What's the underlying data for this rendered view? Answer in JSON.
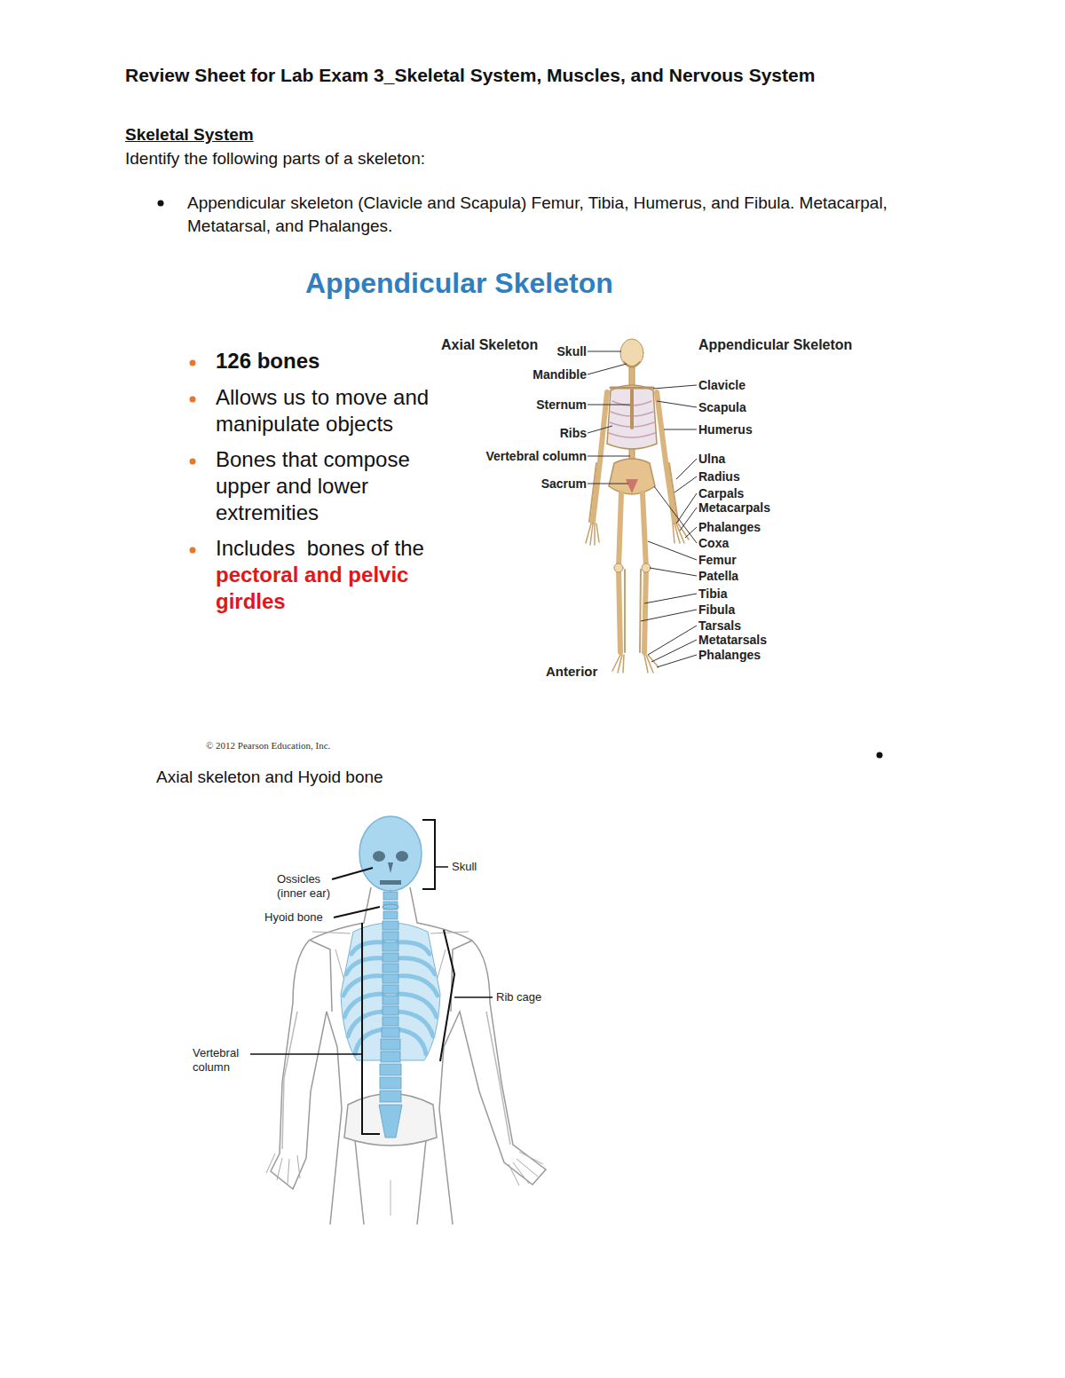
{
  "diagram": {
    "title": "Review Sheet for Lab Exam 3_Skeletal System, Muscles, and Nervous System",
    "labels": [
      "Skeletal System",
      "Identify the following parts of a skeleton:",
      "Appendicular skeleton (Clavicle and Scapula) Femur, Tibia, Humerus, and Fibula. Metacarpal, Metatarsal, and Phalanges.",
      "Appendicular Skeleton",
      "126 bones",
      "Allows us to move and manipulate objects",
      "Bones that compose upper and lower extremities",
      "Includes  bones of the",
      "pectoral and pelvic girdles",
      "Axial Skeleton",
      "Skull",
      "Mandible",
      "Sternum",
      "Ribs",
      "Vertebral column",
      "Sacrum",
      "Appendicular Skeleton",
      "Clavicle",
      "Scapula",
      "Humerus",
      "Ulna",
      "Radius",
      "Carpals",
      "Metacarpals",
      "Phalanges",
      "Coxa",
      "Femur",
      "Patella",
      "Tibia",
      "Fibula",
      "Tarsals",
      "Metatarsals",
      "Phalanges",
      "Anterior",
      "© 2012 Pearson Education, Inc.",
      "Axial skeleton and Hyoid bone",
      "Ossicles (inner ear)",
      "Hyoid bone",
      "Skull",
      "Rib cage",
      "Vertebral column"
    ]
  }
}
